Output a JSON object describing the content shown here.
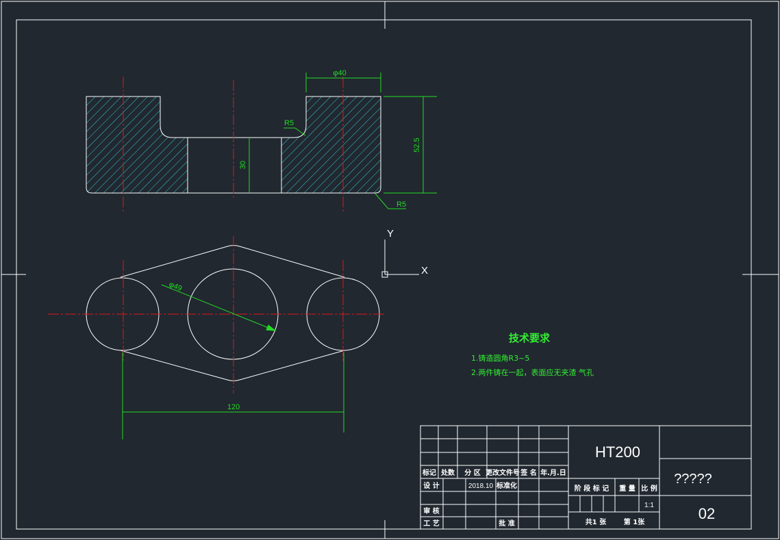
{
  "dimensions": {
    "phi40": "φ40",
    "r5_top": "R5",
    "h52_5": "52.5",
    "h30": "30",
    "r5_bottom": "R5",
    "phi49": "φ49",
    "len120": "120"
  },
  "axes_icon": {
    "y_label": "Y",
    "x_label": "X"
  },
  "tech_requirements": {
    "title": "技术要求",
    "items": [
      "1.铸造圆角R3~5",
      "2.两件铸在一起，表面应无夹渣 气孔"
    ]
  },
  "title_block": {
    "material": "HT200",
    "drawing_name": "?????",
    "drawing_number": "02",
    "headers": {
      "mark": "标记",
      "count": "处数",
      "zone": "分 区",
      "change_doc": "更改文件号",
      "signature": "签 名",
      "date": "年.月.日"
    },
    "design": "设 计",
    "design_date": "2018.10",
    "standardize": "标准化",
    "review": "审 核",
    "process": "工 艺",
    "approve": "批 准",
    "stage_mark": "阶 段 标 记",
    "weight": "重 量",
    "scale": "比 例",
    "scale_value": "1:1",
    "total_sheets": "共1  张",
    "sheet_no": "第  1张"
  },
  "colors": {
    "background": "#212830",
    "outline": "#ffffff",
    "centerline": "#e01818",
    "dimension": "#22dd22",
    "hatch": "#33ccdd",
    "text_green": "#33ee33"
  }
}
